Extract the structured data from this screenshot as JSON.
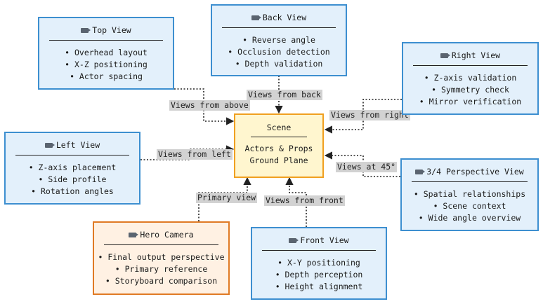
{
  "nodes": {
    "top_view": {
      "title": "Top View",
      "items": [
        "• Overhead layout",
        "• X-Z positioning",
        "• Actor spacing"
      ]
    },
    "back_view": {
      "title": "Back View",
      "items": [
        "• Reverse angle",
        "• Occlusion detection",
        "• Depth validation"
      ]
    },
    "right_view": {
      "title": "Right View",
      "items": [
        "• Z-axis validation",
        "• Symmetry check",
        "• Mirror verification"
      ]
    },
    "left_view": {
      "title": "Left View",
      "items": [
        "• Z-axis placement",
        "• Side profile",
        "• Rotation angles"
      ]
    },
    "perspective_view": {
      "title": "3/4 Perspective View",
      "items": [
        "• Spatial relationships",
        "• Scene context",
        "• Wide angle overview"
      ]
    },
    "hero_camera": {
      "title": "Hero Camera",
      "items": [
        "• Final output perspective",
        "• Primary reference",
        "• Storyboard comparison"
      ]
    },
    "front_view": {
      "title": "Front View",
      "items": [
        "• X-Y positioning",
        "• Depth perception",
        "• Height alignment"
      ]
    },
    "scene": {
      "title": "Scene",
      "items": [
        "Actors & Props",
        "Ground Plane"
      ]
    }
  },
  "edges": {
    "from_above": "Views from above",
    "from_back": "Views from back",
    "from_right": "Views from right",
    "from_left": "Views from left",
    "at_45": "Views at 45°",
    "primary": "Primary view",
    "from_front": "Views from front"
  },
  "colors": {
    "view_fill": "#e3f0fb",
    "view_border": "#3d8fd0",
    "hero_fill": "#fff1e3",
    "hero_border": "#e07a24",
    "scene_fill": "#fff6cf",
    "scene_border": "#f0a020",
    "edge_label_bg": "#d2d2d2"
  },
  "icons": {
    "camera": "camera-icon"
  }
}
